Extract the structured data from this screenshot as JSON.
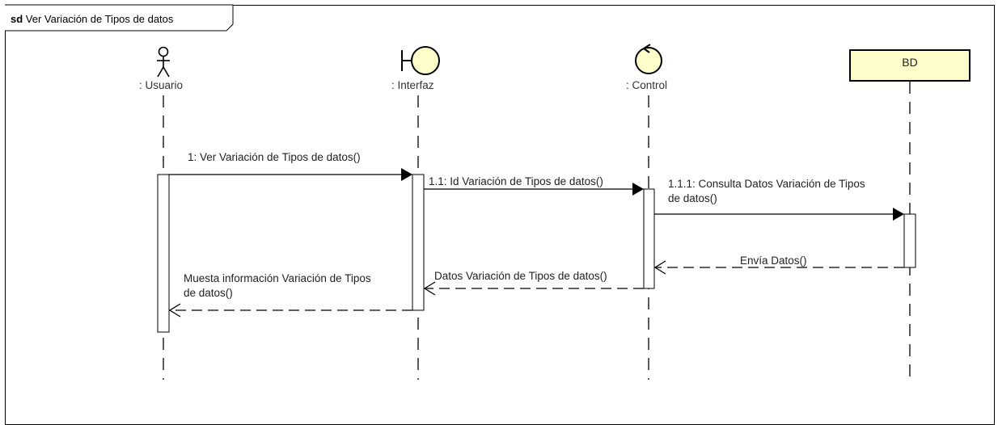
{
  "frame": {
    "keyword": "sd",
    "title": "Ver Variación de Tipos de datos"
  },
  "participants": [
    {
      "id": "usuario",
      "label": ": Usuario",
      "kind": "actor"
    },
    {
      "id": "interfaz",
      "label": ": Interfaz",
      "kind": "boundary"
    },
    {
      "id": "control",
      "label": ": Control",
      "kind": "control"
    },
    {
      "id": "bd",
      "label": "BD",
      "kind": "object"
    }
  ],
  "messages": [
    {
      "label": "1: Ver Variación de Tipos de datos()",
      "from": "usuario",
      "to": "interfaz",
      "type": "sync"
    },
    {
      "label": "1.1: Id Variación de Tipos de datos()",
      "from": "interfaz",
      "to": "control",
      "type": "sync"
    },
    {
      "label_line1": "1.1.1: Consulta Datos Variación de Tipos",
      "label_line2": "de datos()",
      "from": "control",
      "to": "bd",
      "type": "sync"
    },
    {
      "label": "Envía Datos()",
      "from": "bd",
      "to": "control",
      "type": "reply"
    },
    {
      "label": "Datos Variación de Tipos de datos()",
      "from": "control",
      "to": "interfaz",
      "type": "reply"
    },
    {
      "label_line1": "Muesta información Variación de Tipos",
      "label_line2": "de datos()",
      "from": "interfaz",
      "to": "usuario",
      "type": "reply"
    }
  ],
  "colors": {
    "object_fill": "#fdfdc9",
    "line": "#000000",
    "activation_fill": "#ffffff"
  }
}
